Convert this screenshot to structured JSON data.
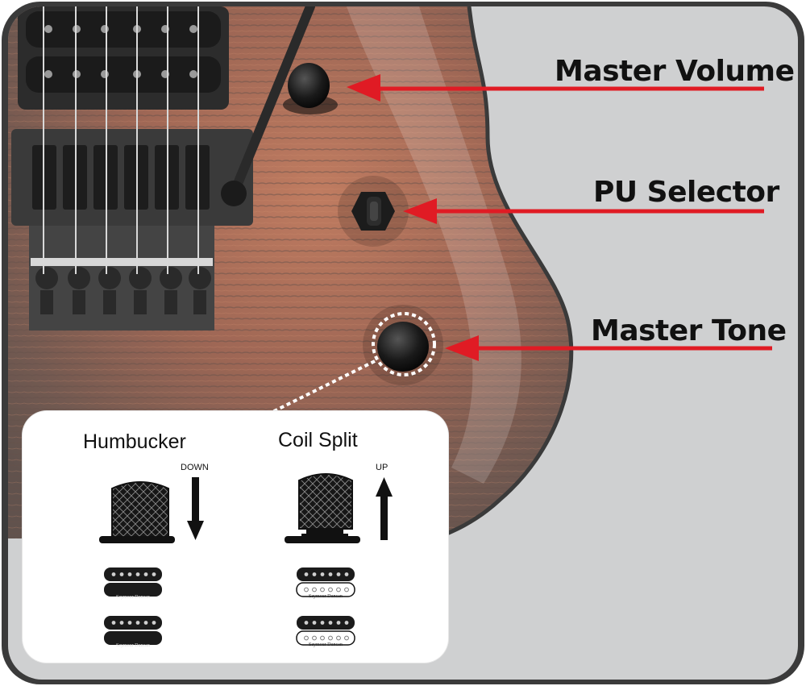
{
  "callouts": {
    "volume": "Master Volume",
    "selector": "PU Selector",
    "tone": "Master Tone"
  },
  "inset": {
    "humbucker": {
      "title": "Humbucker",
      "direction": "DOWN"
    },
    "coil_split": {
      "title": "Coil Split",
      "direction": "UP"
    }
  },
  "pickup_brand": "Seymour Duncan",
  "colors": {
    "arrow": "#e01b24",
    "frame": "#3b3b3b",
    "background": "#cfd0d1",
    "wood_dark": "#3a170c",
    "wood_mid": "#8a3217"
  }
}
